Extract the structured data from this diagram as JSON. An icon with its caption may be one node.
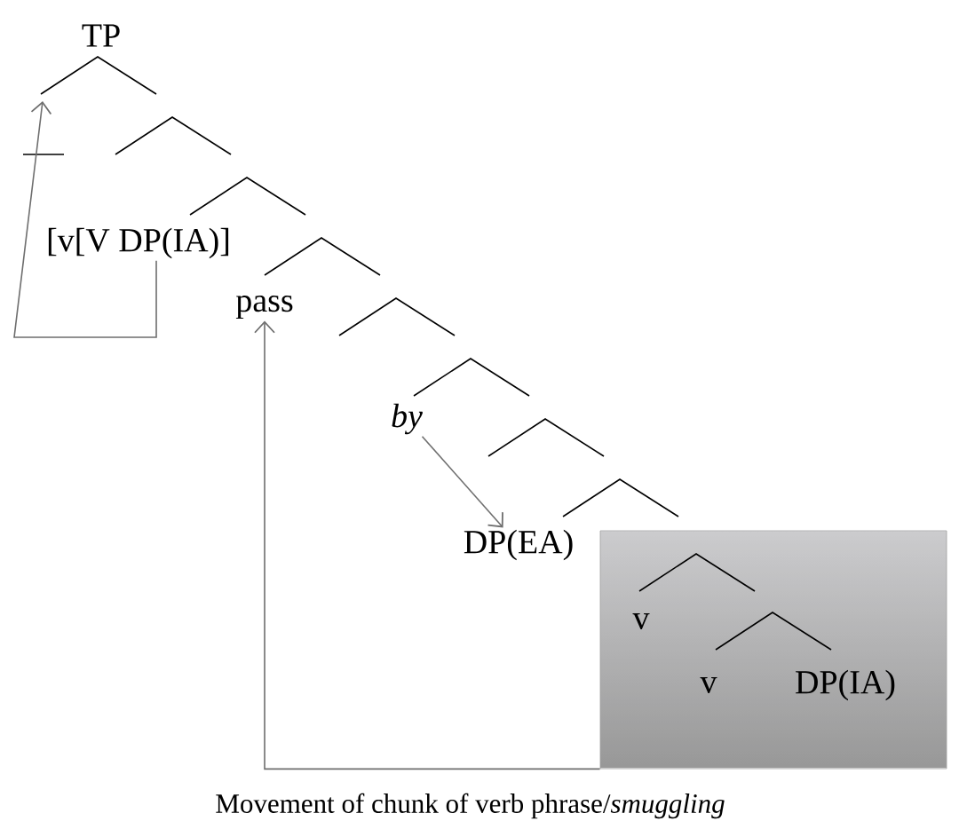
{
  "diagram": {
    "caption": "Movement of chunk of verb phrase/*smuggling*",
    "nodes": [
      {
        "text": [
          "TP"
        ]
      },
      {
        "text": [
          "[v[V DP(IA)]"
        ]
      },
      {
        "text": [
          "pass"
        ]
      },
      {
        "text": [
          "by"
        ]
      },
      {
        "text": [
          "DP(EA)"
        ]
      },
      {
        "text": [],
        "shape": "box"
      },
      {
        "text": [
          "v"
        ],
        "in": 5
      },
      {
        "text": [
          "v"
        ],
        "in": 5
      },
      {
        "text": [
          "DP(IA)"
        ],
        "in": 5
      }
    ],
    "edges": [
      {
        "from": 1,
        "to": null,
        "arrow": "to"
      },
      {
        "from": 3,
        "to": 4,
        "arrow": "to"
      },
      {
        "from": 5,
        "to": 2,
        "arrow": "to"
      }
    ]
  }
}
